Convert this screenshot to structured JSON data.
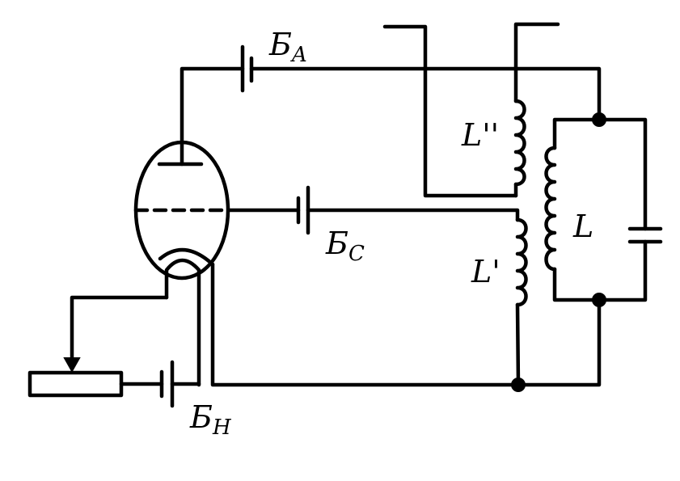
{
  "labels": {
    "battery_anode": {
      "main": "Б",
      "sub": "A"
    },
    "battery_grid": {
      "main": "Б",
      "sub": "C"
    },
    "battery_heater": {
      "main": "Б",
      "sub": "H"
    },
    "coil_feedback": "L''",
    "coil_grid": "L'",
    "coil_tank": "L"
  }
}
